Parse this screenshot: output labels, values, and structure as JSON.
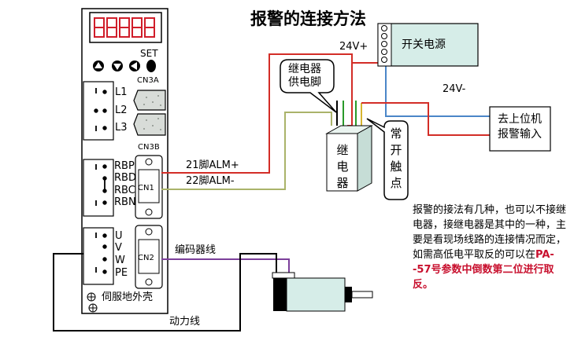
{
  "title": "报警的连接方法",
  "display": {
    "digits": 5
  },
  "buttons": {
    "set_label": "SET"
  },
  "connectors": {
    "cn3a": "CN3A",
    "cn3b": "CN3B",
    "cn1": "CN1",
    "cn2": "CN2"
  },
  "terminals_l": [
    "L1",
    "L2",
    "L3"
  ],
  "terminals_r": [
    "RBP",
    "RBD",
    "RBC",
    "RBN"
  ],
  "terminals_m": [
    "U",
    "V",
    "W",
    "PE"
  ],
  "ground_label": "伺服地外壳",
  "power_supply": {
    "label": "开关电源",
    "plus": "24V+",
    "minus": "24V-"
  },
  "relay": {
    "label": "继电器",
    "callout": [
      "继电器",
      "供电脚"
    ],
    "contact_callout": "常开触点"
  },
  "upper": {
    "label": [
      "去上位机",
      "报警输入"
    ]
  },
  "wires": {
    "alm_plus": "21脚ALM+",
    "alm_minus": "22脚ALM-",
    "encoder": "编码器线",
    "power": "动力线"
  },
  "note": {
    "line1": "报警的接法有几种，也可以不接继电器，接继电器是其中的一种，主要是看现场线路的连接情况而定，如需高低电平取反的可以在",
    "highlight": "PA--57号参数中倒数第二位进行取反。"
  }
}
